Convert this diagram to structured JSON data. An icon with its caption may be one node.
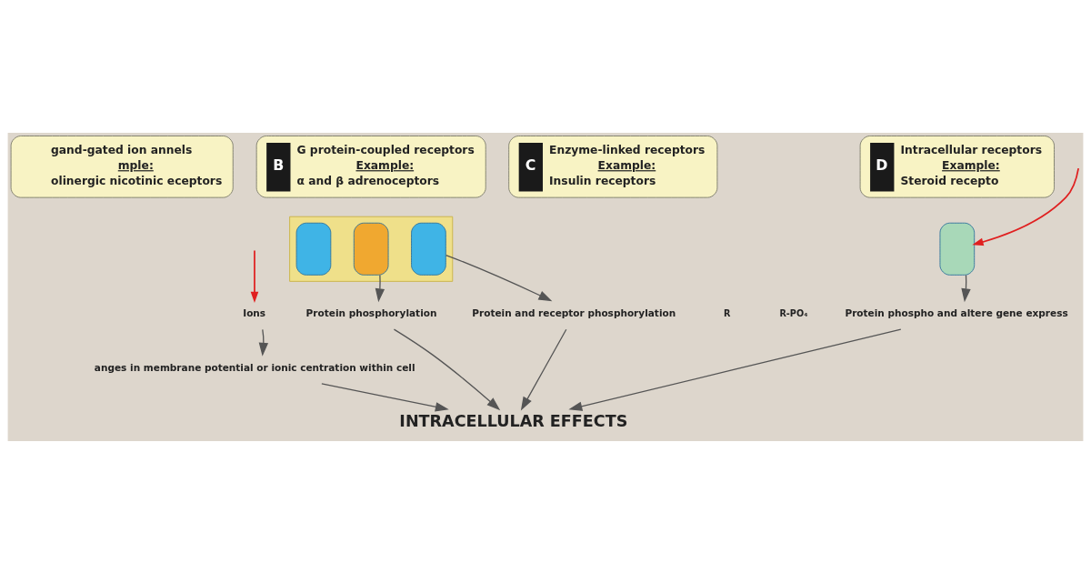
{
  "diagram": {
    "nodes": [
      {
        "text": [
          "gand-gated ion annels",
          "mple:",
          "olinergic nicotinic eceptors"
        ]
      },
      {
        "text": [
          "B",
          "G protein-coupled receptors",
          "Example:",
          "α and β adrenoceptors"
        ]
      },
      {
        "text": [
          "C",
          "Enzyme-linked receptors",
          "Example:",
          "Insulin receptors"
        ]
      },
      {
        "text": [
          "D",
          "Intracellular receptors",
          "Example:",
          "Steroid recepto"
        ]
      },
      {
        "text": [],
        "shape": "bar"
      },
      {
        "text": [],
        "shape": "box",
        "in": 4
      },
      {
        "text": [],
        "shape": "box",
        "in": 4
      },
      {
        "text": [],
        "shape": "box",
        "in": 4
      },
      {
        "text": [],
        "shape": "box"
      },
      {
        "text": [
          "Ions"
        ]
      },
      {
        "text": [
          "anges in membrane potential or ionic centration within cell"
        ]
      },
      {
        "text": [
          "Protein phosphorylation"
        ]
      },
      {
        "text": [
          "Protein and receptor phosphorylation"
        ]
      },
      {
        "text": [
          "Protein phospho and altere gene express"
        ]
      },
      {
        "text": [
          "INTRACELLULAR EFFECTS"
        ]
      }
    ],
    "edges": [
      {
        "from": null,
        "to": 9,
        "arrow": "to",
        "color": "#e02020"
      },
      {
        "from": 9,
        "to": 10,
        "arrow": "to"
      },
      {
        "from": 6,
        "to": 11,
        "arrow": "to"
      },
      {
        "from": 7,
        "to": 12,
        "arrow": "to"
      },
      {
        "from": null,
        "to": 8,
        "arrow": "to",
        "color": "#e02020"
      },
      {
        "from": 8,
        "to": 13,
        "arrow": "to"
      },
      {
        "from": 10,
        "to": 14,
        "arrow": "to"
      },
      {
        "from": 11,
        "to": 14,
        "arrow": "to"
      },
      {
        "from": 12,
        "to": 14,
        "arrow": "to"
      },
      {
        "from": 13,
        "to": 14,
        "arrow": "to"
      }
    ],
    "labels": [
      "R",
      "R-PO₄"
    ]
  }
}
